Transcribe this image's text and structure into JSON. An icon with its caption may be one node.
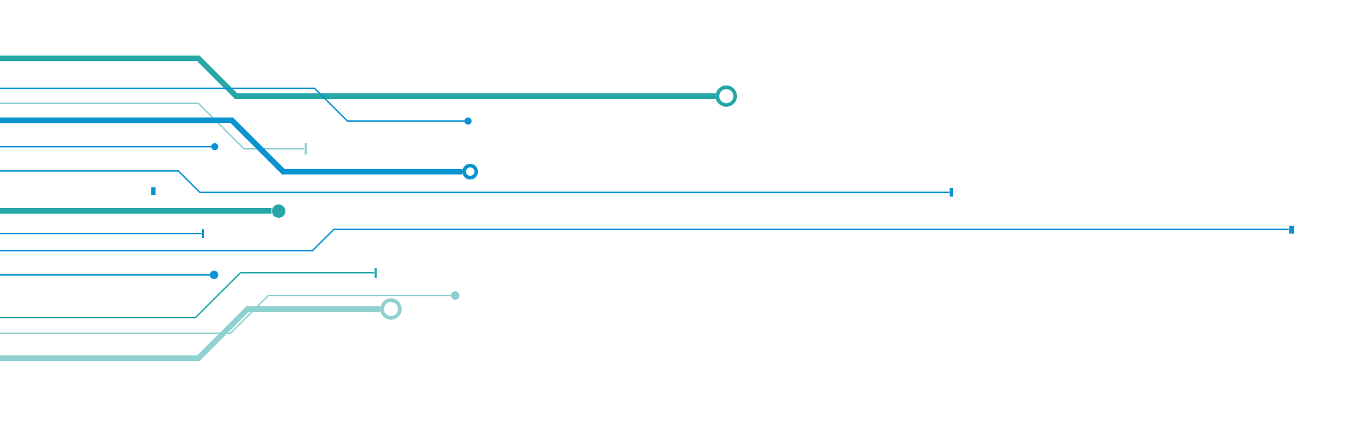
{
  "diagram": {
    "nodes": [
      {
        "text": [],
        "shape": "circle"
      },
      {
        "text": [],
        "shape": "circle"
      },
      {
        "text": [],
        "shape": "bar"
      },
      {
        "text": [],
        "shape": "circle"
      },
      {
        "text": [],
        "shape": "circle"
      },
      {
        "text": [],
        "shape": "bar"
      },
      {
        "text": [],
        "shape": "bar"
      },
      {
        "text": [],
        "shape": "circle"
      },
      {
        "text": [],
        "shape": "bar"
      },
      {
        "text": [],
        "shape": "bar"
      },
      {
        "text": [],
        "shape": "circle"
      },
      {
        "text": [],
        "shape": "bar"
      },
      {
        "text": [],
        "shape": "circle"
      },
      {
        "text": [],
        "shape": "circle"
      }
    ],
    "edges": [
      {
        "from": null,
        "to": 0,
        "arrow": "none",
        "style": "thick",
        "color": "#26a6a6"
      },
      {
        "from": null,
        "to": 1,
        "arrow": "none"
      },
      {
        "from": null,
        "to": 2,
        "arrow": "none",
        "color": "#8fd0d0"
      },
      {
        "from": null,
        "to": 3,
        "arrow": "none",
        "style": "thick"
      },
      {
        "from": null,
        "to": 4,
        "arrow": "none"
      },
      {
        "from": null,
        "to": 5,
        "arrow": "none"
      },
      {
        "from": null,
        "to": 7,
        "arrow": "none",
        "style": "thick",
        "color": "#26a6a6"
      },
      {
        "from": null,
        "to": 8,
        "arrow": "none"
      },
      {
        "from": null,
        "to": 9,
        "arrow": "none"
      },
      {
        "from": null,
        "to": 10,
        "arrow": "none"
      },
      {
        "from": null,
        "to": 11,
        "arrow": "none",
        "color": "#26a6a6"
      },
      {
        "from": null,
        "to": 12,
        "arrow": "none",
        "color": "#8fd0d0"
      },
      {
        "from": null,
        "to": 13,
        "arrow": "none",
        "style": "thick",
        "color": "#8fd0d0"
      }
    ]
  }
}
